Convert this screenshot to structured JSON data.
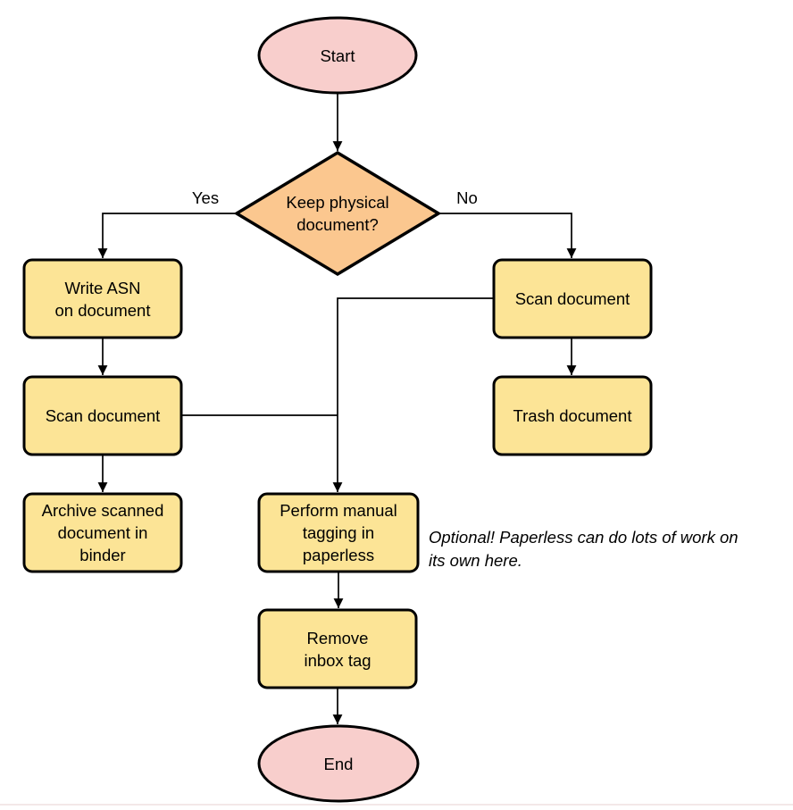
{
  "diagram": {
    "nodes": {
      "start": {
        "label": "Start",
        "type": "terminal"
      },
      "decision": {
        "label": "Keep physical\ndocument?",
        "type": "decision"
      },
      "write_asn": {
        "label": "Write ASN\non document",
        "type": "process"
      },
      "scan_left": {
        "label": "Scan document",
        "type": "process"
      },
      "archive": {
        "label": "Archive scanned\ndocument in\nbinder",
        "type": "process"
      },
      "scan_right": {
        "label": "Scan document",
        "type": "process"
      },
      "trash": {
        "label": "Trash document",
        "type": "process"
      },
      "tagging": {
        "label": "Perform manual\ntagging in\npaperless",
        "type": "process"
      },
      "remove_inbox": {
        "label": "Remove\ninbox tag",
        "type": "process"
      },
      "end": {
        "label": "End",
        "type": "terminal"
      }
    },
    "edge_labels": {
      "yes": "Yes",
      "no": "No"
    },
    "note": {
      "text": "Optional! Paperless can do lots of work on\nits own here."
    },
    "colors": {
      "terminal_fill": "#F8CECC",
      "decision_fill": "#FBC78F",
      "process_fill": "#FCE496",
      "stroke": "#000000",
      "connector": "#000000"
    }
  }
}
